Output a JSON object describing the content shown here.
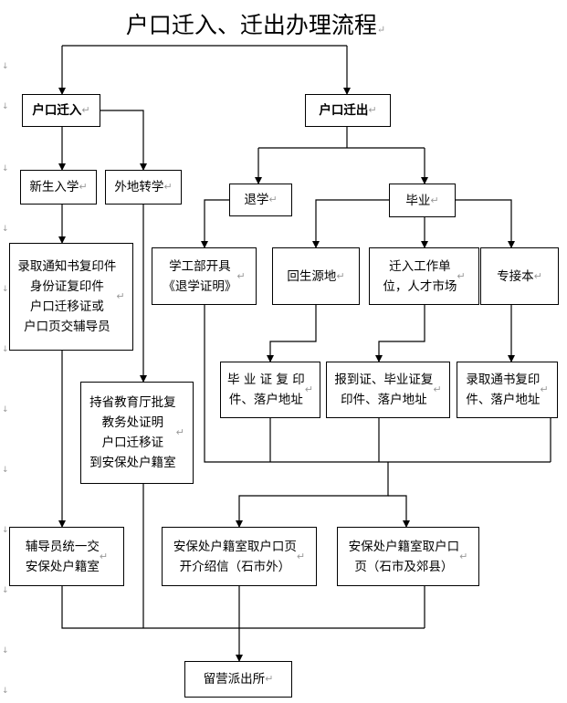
{
  "title": "户口迁入、迁出办理流程",
  "para_mark": "↵",
  "margin_mark": "↓",
  "nodes": {
    "in": "户口迁入",
    "out": "户口迁出",
    "newstudent": "新生入学",
    "transfer": "外地转学",
    "dropout": "退学",
    "graduate": "毕业",
    "docs_new": "录取通知书复印件\n身份证复印件\n户口迁移证或\n户口页交辅导员",
    "dropout_cert": "学工部开具\n《退学证明》",
    "back_origin": "回生源地",
    "to_work": "迁入工作单\n位，人才市场",
    "upgrade": "专接本",
    "grad_copy": "毕 业 证 复 印\n件、落户地址",
    "report_card": "报到证、毕业证复\n印件、落户地址",
    "admit_copy": "录取通书复印\n件、落户地址",
    "transfer_docs": "持省教育厅批复\n教务处证明\n户口迁移证\n到安保处户籍室",
    "counselor": "辅导员统一交\n安保处户籍室",
    "intro_out": "安保处户籍室取户口页\n开介绍信（石市外）",
    "page_local": "安保处户籍室取户口\n页（石市及郊县）",
    "police": "留营派出所"
  }
}
